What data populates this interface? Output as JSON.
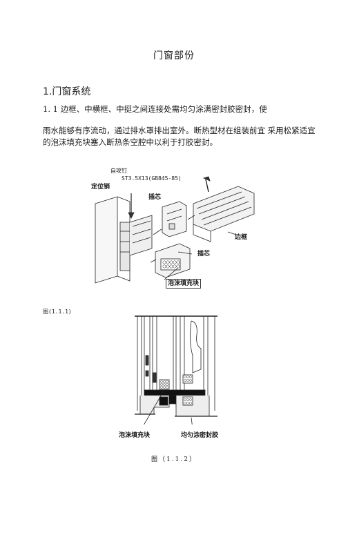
{
  "page": {
    "title": "门窗部份",
    "section_heading": "1.门窗系统",
    "paragraph_1": "1. 1 边框、中横框、中挺之间连接处需均匀涂满密封胶密封，使",
    "paragraph_2": "雨水能够有序流动，通过排水罩排出室外。断热型材在组装前宜  采用松紧适宜的泡沫填充块塞入断热条空腔中以利于打胶密封。"
  },
  "figure_1": {
    "label_screw": "自攻钉",
    "label_screw_spec": "ST3.5X13(GB845-85)",
    "label_locating_pin": "定位销",
    "label_insert_core_top": "插芯",
    "label_side_frame": "边框",
    "label_insert_core_bottom": "插芯",
    "label_foam_block": "泡沫填充块",
    "caption": "图(1.1.1)"
  },
  "figure_2": {
    "label_foam_block": "泡沫填充块",
    "label_sealant": "均匀涂密封胶",
    "caption": "图（1.1.2）"
  }
}
